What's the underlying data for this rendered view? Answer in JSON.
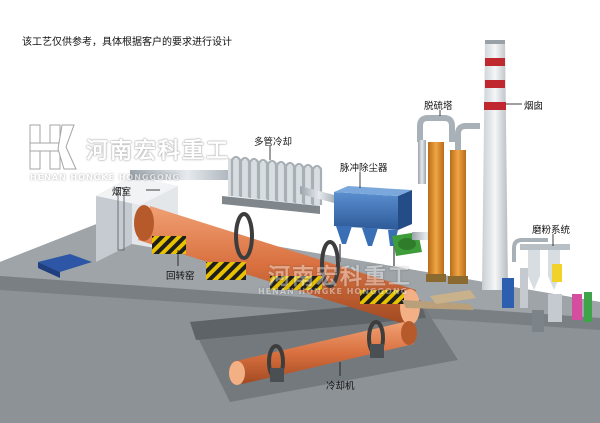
{
  "caption": "该工艺仅供参考，具体根据客户的要求进行设计",
  "labels": {
    "chimney": "烟囱",
    "desulfurization_tower": "脱硫塔",
    "multi_tube_cooler": "多管冷却",
    "pulse_dust_collector": "脉冲除尘器",
    "smoke_chamber": "烟室",
    "rotary_kiln": "回转窑",
    "grinding_system": "磨粉系统",
    "cooler": "冷却机"
  },
  "watermark": {
    "logo_letters": "HK",
    "company_cn": "河南宏科重工",
    "company_en": "HENAN HONGKE HONGGONG"
  },
  "colors": {
    "kiln": "#d9703f",
    "tower": "#d88a2a",
    "chimney_band": "#c0282f",
    "dust_collector": "#3a6fb5",
    "floor": "#8c9296",
    "hazard_yellow": "#e8c200"
  }
}
